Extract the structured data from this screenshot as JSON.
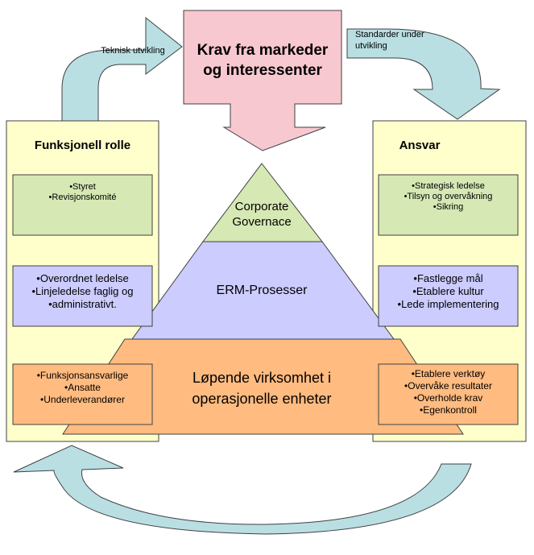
{
  "colors": {
    "arrow_fill": "#b9dfe3",
    "pink_fill": "#f8c8d0",
    "column_fill": "#ffffcc",
    "green_fill": "#d6e8b4",
    "purple_fill": "#ccccff",
    "orange_fill": "#ffbb80",
    "stroke": "#404040"
  },
  "top_box": {
    "line1": "Krav fra markeder",
    "line2": "og interessenter"
  },
  "arrows": {
    "left_label": "Teknisk utvikling",
    "right_label_line1": "Standarder under",
    "right_label_line2": "utvikling"
  },
  "left_column": {
    "title": "Funksjonell rolle",
    "green_items": [
      "•Styret",
      "•Revisjonskomité"
    ],
    "purple_items": [
      "•Overordnet ledelse",
      "•Linjeledelse faglig og",
      "•administrativt."
    ],
    "orange_items": [
      "•Funksjonsansvarlige",
      "•Ansatte",
      "•Underleverandører"
    ]
  },
  "right_column": {
    "title": "Ansvar",
    "green_items": [
      "•Strategisk ledelse",
      "•Tilsyn og overvåkning",
      "•Sikring"
    ],
    "purple_items": [
      "•Fastlegge mål",
      "•Etablere kultur",
      "•Lede implementering"
    ],
    "orange_items": [
      "•Etablere verktøy",
      "•Overvåke resultater",
      "•Overholde krav",
      "•Egenkontroll"
    ]
  },
  "pyramid": {
    "top_line1": "Corporate",
    "top_line2": "Governace",
    "middle": "ERM-Prosesser",
    "bottom_line1": "Løpende virksomhet i",
    "bottom_line2": "operasjonelle enheter"
  }
}
